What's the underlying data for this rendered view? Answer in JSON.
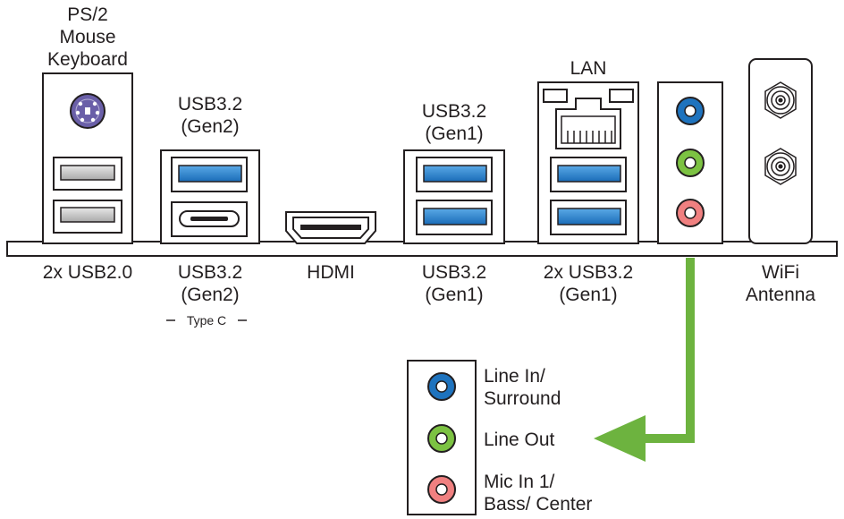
{
  "labels": {
    "ps2": "PS/2\nMouse\nKeyboard",
    "usb_gen2_top": "USB3.2\n(Gen2)",
    "usb_gen1_top": "USB3.2\n(Gen1)",
    "lan": "LAN",
    "usb20": "2x USB2.0",
    "usb_gen2_bottom": "USB3.2\n(Gen2)",
    "type_c": "Type C",
    "hdmi": "HDMI",
    "usb_gen1_bottom": "USB3.2\n(Gen1)",
    "usb_2x_gen1": "2x USB3.2\n(Gen1)",
    "wifi": "WiFi\nAntenna"
  },
  "audio_legend": [
    {
      "label": "Line In/\nSurround",
      "color": "#1e73be"
    },
    {
      "label": "Line Out",
      "color": "#7cc242"
    },
    {
      "label": "Mic In 1/\nBass/ Center",
      "color": "#f08080"
    }
  ],
  "colors": {
    "usb3_blue": "#1f7ac8",
    "ps2_purple": "#6a5fa8",
    "arrow_green": "#6db33f",
    "audio_blue": "#1e73be",
    "audio_green": "#7cc242",
    "audio_pink": "#f08080"
  }
}
